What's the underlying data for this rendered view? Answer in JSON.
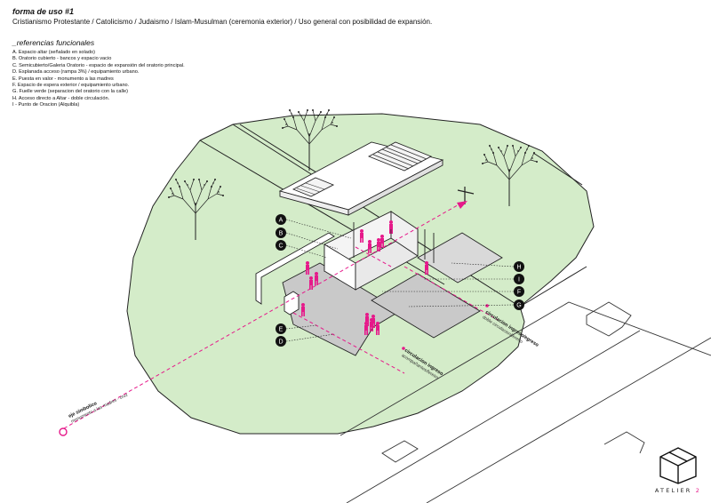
{
  "header": {
    "title": "forma de uso #1",
    "subtitle": "Cristianismo Protestante / Catolicismo / Judaismo / Islam-Musulman (ceremonia exterior) / Uso general con posibilidad de expansión."
  },
  "references": {
    "heading": "_referencias funcionales",
    "items": [
      "A. Espacio altar (señalado en solado)",
      "B. Oratorio cubierto - bancos y espacio vacio",
      "C. Semicubierto/Galeria Oratorio - espacio de expansión del oratorio principal.",
      "D. Esplanada acceso (rampa 3%) / equipamiento urbano.",
      "E. Puesta en valor - monumento a las madres",
      "F. Espacio de espera exterior / equipamiento urbano.",
      "G. Fuelle verde (separacion del oratorio con la calle)",
      "H. Acceso directo a Altar - doble circulación.",
      "I - Punto de Oracion (Alquibla)"
    ]
  },
  "markers": {
    "a": "A",
    "b": "B",
    "c": "C",
    "d": "D",
    "e": "E",
    "f": "F",
    "g": "G",
    "h": "H",
    "i": "I"
  },
  "annotations": {
    "axis_title": "eje simbolico",
    "axis_sub": "monumento a las madres - cruz",
    "circ1_title": "circulacion ingreso/egreso",
    "circ1_sub": "doble circulacion/feretro",
    "circ2_title": "circulacion ingreso",
    "circ2_sub": "acompañantes/feretro"
  },
  "logo": {
    "name": "ATELIER",
    "number": "2"
  },
  "colors": {
    "lawn": "#d4ecc9",
    "accent": "#e6198a",
    "paving": "#c9c9c9",
    "line": "#111111"
  }
}
